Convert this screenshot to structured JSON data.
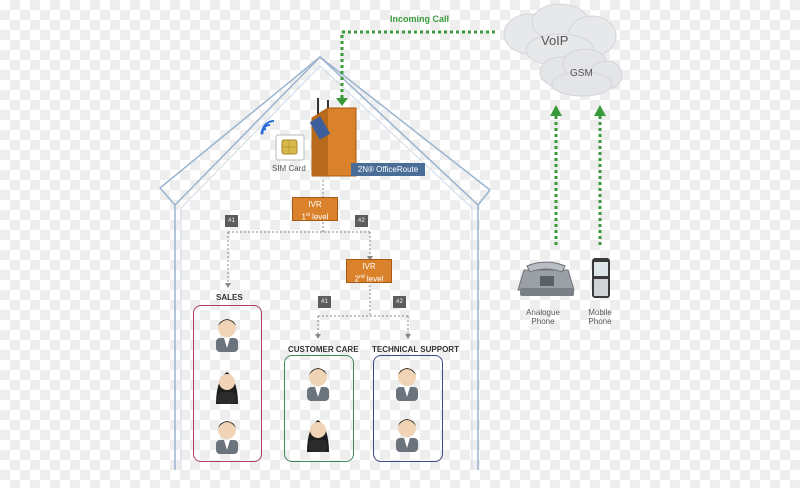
{
  "incoming_call": "Incoming Call",
  "clouds": {
    "voip": "VoIP",
    "gsm": "GSM"
  },
  "device": {
    "sim_card": "SIM Card",
    "office_route": "2N® OfficeRoute"
  },
  "ivr1": {
    "title": "IVR",
    "level_num": "1",
    "level_sup": "st",
    "level_word": "level"
  },
  "ivr2": {
    "title": "IVR",
    "level_num": "2",
    "level_sup": "nd",
    "level_word": "level"
  },
  "keys": {
    "k1a": "#1",
    "k2a": "#2",
    "k1b": "#1",
    "k2b": "#2"
  },
  "departments": {
    "sales": "SALES",
    "customer_care": "CUSTOMER CARE",
    "technical_support": "TECHNICAL SUPPORT"
  },
  "phones": {
    "analogue_line1": "Analogue",
    "analogue_line2": "Phone",
    "mobile_line1": "Mobile",
    "mobile_line2": "Phone"
  },
  "colors": {
    "house_outline": "#9bb4cf",
    "dotted_gray": "#888888",
    "green": "#3a9a3a",
    "ivr": "#d9822b",
    "sales_box": "#b04060",
    "customer_box": "#3e8a5e",
    "tech_box": "#3c4a8a"
  }
}
